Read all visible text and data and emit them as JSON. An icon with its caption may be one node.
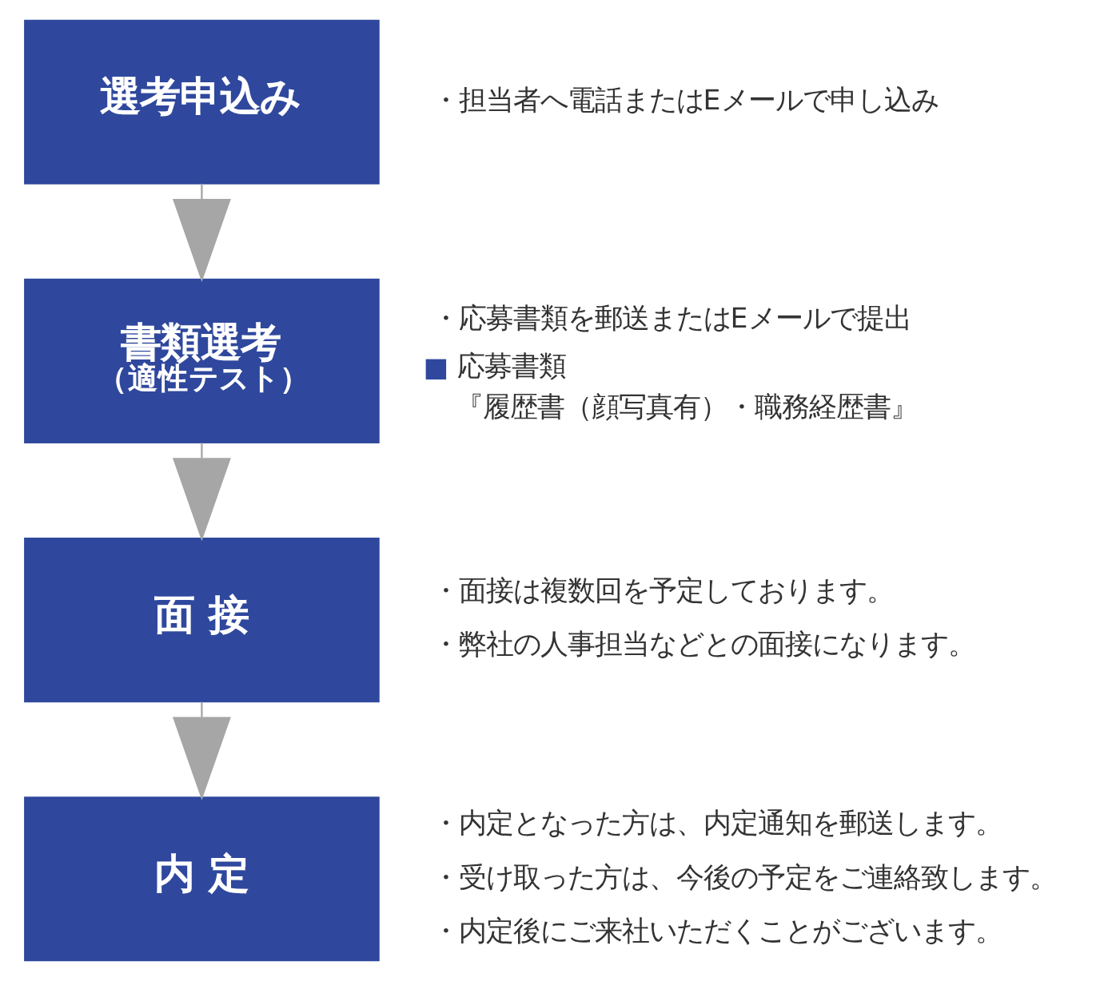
{
  "diagram": {
    "nodes": [
      {
        "text": [
          "選考申込み"
        ],
        "beside": [
          "・担当者へ電話またはEメールで申し込み"
        ]
      },
      {
        "text": [
          "書類選考",
          "（適性テスト）"
        ],
        "beside": [
          "・応募書類を郵送またはEメールで提出",
          "応募書類",
          "『履歴書（顔写真有）・職務経歴書』"
        ]
      },
      {
        "text": [
          "面 接"
        ],
        "beside": [
          "・面接は複数回を予定しております。",
          "・弊社の人事担当などとの面接になります。"
        ]
      },
      {
        "text": [
          "内 定"
        ],
        "beside": [
          "・内定となった方は、内定通知を郵送します。",
          "・受け取った方は、今後の予定をご連絡致します。",
          "・内定後にご来社いただくことがございます。"
        ]
      }
    ],
    "edges": [
      {
        "from": 0,
        "to": 1,
        "arrow": "to"
      },
      {
        "from": 1,
        "to": 2,
        "arrow": "to"
      },
      {
        "from": 2,
        "to": 3,
        "arrow": "to"
      }
    ]
  }
}
